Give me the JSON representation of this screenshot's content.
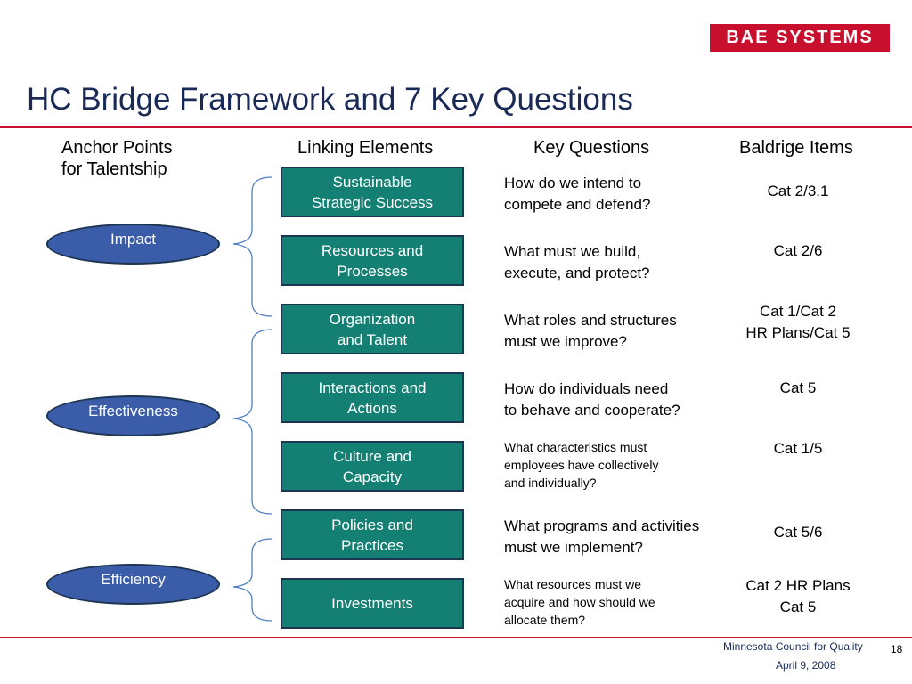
{
  "logo": {
    "text": "BAE SYSTEMS",
    "color": "#c8102e"
  },
  "title": "HC Bridge Framework and 7 Key Questions",
  "columns": {
    "anchor": "Anchor Points\nfor Talentship",
    "linking": "Linking Elements",
    "questions": "Key Questions",
    "baldrige": "Baldrige Items"
  },
  "anchors": [
    "Impact",
    "Effectiveness",
    "Efficiency"
  ],
  "linking_elements": [
    "Sustainable\nStrategic Success",
    "Resources and\nProcesses",
    "Organization\nand Talent",
    "Interactions and\nActions",
    "Culture and\nCapacity",
    "Policies and\nPractices",
    "Investments"
  ],
  "key_questions": [
    "How do we intend to\ncompete and defend?",
    "What must we build,\nexecute, and protect?",
    "What roles and structures\nmust we improve?",
    "How do individuals need\nto behave and cooperate?",
    "What characteristics must\nemployees have collectively\nand individually?",
    "What programs and activities\nmust we implement?",
    "What resources must we\nacquire and how should we\nallocate them?"
  ],
  "baldrige_items": [
    "Cat 2/3.1",
    "Cat 2/6",
    "Cat 1/Cat 2\nHR Plans/Cat 5",
    "Cat 5",
    "Cat 1/5",
    "Cat 5/6",
    "Cat 2 HR Plans\nCat 5"
  ],
  "colors": {
    "teal": "#138073",
    "oval": "#3b5ca8",
    "rule": "#c8102e",
    "bracket": "#4f7fbf",
    "title": "#1a2a57"
  },
  "footer": {
    "org": "Minnesota Council for Quality",
    "date": "April 9, 2008",
    "page": "18"
  }
}
